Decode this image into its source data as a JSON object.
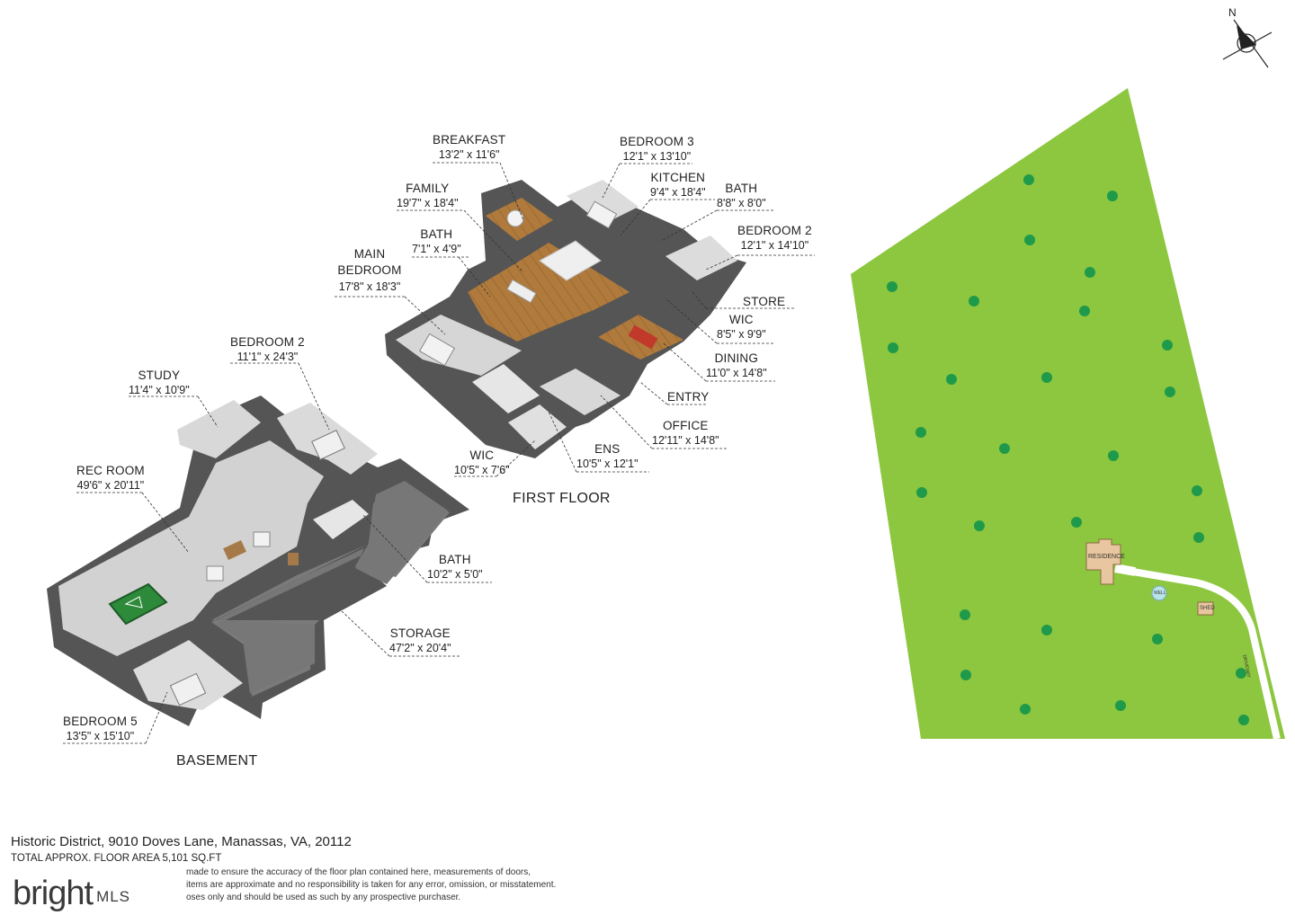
{
  "compass": {
    "north_label": "N"
  },
  "first_floor": {
    "title": "FIRST FLOOR",
    "rooms": [
      {
        "name": "BREAKFAST",
        "dims": "13'2\" x 11'6\""
      },
      {
        "name": "BEDROOM 3",
        "dims": "12'1\" x 13'10\""
      },
      {
        "name": "KITCHEN",
        "dims": "9'4\" x 18'4\""
      },
      {
        "name": "BATH",
        "dims": "8'8\" x 8'0\""
      },
      {
        "name": "FAMILY",
        "dims": "19'7\" x 18'4\""
      },
      {
        "name": "BEDROOM 2",
        "dims": "12'1\" x 14'10\""
      },
      {
        "name": "BATH",
        "dims": "7'1\" x 4'9\""
      },
      {
        "name": "MAIN BEDROOM",
        "dims": "17'8\" x 18'3\""
      },
      {
        "name": "STORE",
        "dims": ""
      },
      {
        "name": "WIC",
        "dims": "8'5\" x 9'9\""
      },
      {
        "name": "DINING",
        "dims": "11'0\" x 14'8\""
      },
      {
        "name": "ENTRY",
        "dims": ""
      },
      {
        "name": "OFFICE",
        "dims": "12'11\" x 14'8\""
      },
      {
        "name": "ENS",
        "dims": "10'5\" x 12'1\""
      },
      {
        "name": "WIC",
        "dims": "10'5\" x 7'6\""
      }
    ]
  },
  "basement": {
    "title": "BASEMENT",
    "rooms": [
      {
        "name": "BEDROOM 2",
        "dims": "11'1\" x 24'3\""
      },
      {
        "name": "STUDY",
        "dims": "11'4\" x 10'9\""
      },
      {
        "name": "REC ROOM",
        "dims": "49'6\" x 20'11\""
      },
      {
        "name": "BATH",
        "dims": "10'2\" x 5'0\""
      },
      {
        "name": "STORAGE",
        "dims": "47'2\" x 20'4\""
      },
      {
        "name": "BEDROOM 5",
        "dims": "13'5\" x 15'10\""
      }
    ]
  },
  "site_plan": {
    "lot_color": "#8dc63f",
    "tree_color": "#1f9a4a",
    "labels": {
      "residence": "RESIDENCE",
      "well": "WELL",
      "shed": "SHED",
      "driveway": "DRIVEWAY"
    }
  },
  "footer": {
    "address": "Historic District, 9010 Doves Lane, Manassas, VA, 20112",
    "area": "TOTAL APPROX. FLOOR AREA 5,101 SQ.FT",
    "disclaimer_lines": [
      "made to ensure the accuracy of the floor plan contained here, measurements of doors,",
      "items are approximate and no responsibility is taken for any error, omission, or misstatement.",
      "oses only and should be used as such by any prospective purchaser."
    ]
  },
  "watermark": {
    "brand": "bright",
    "suffix": "MLS"
  }
}
